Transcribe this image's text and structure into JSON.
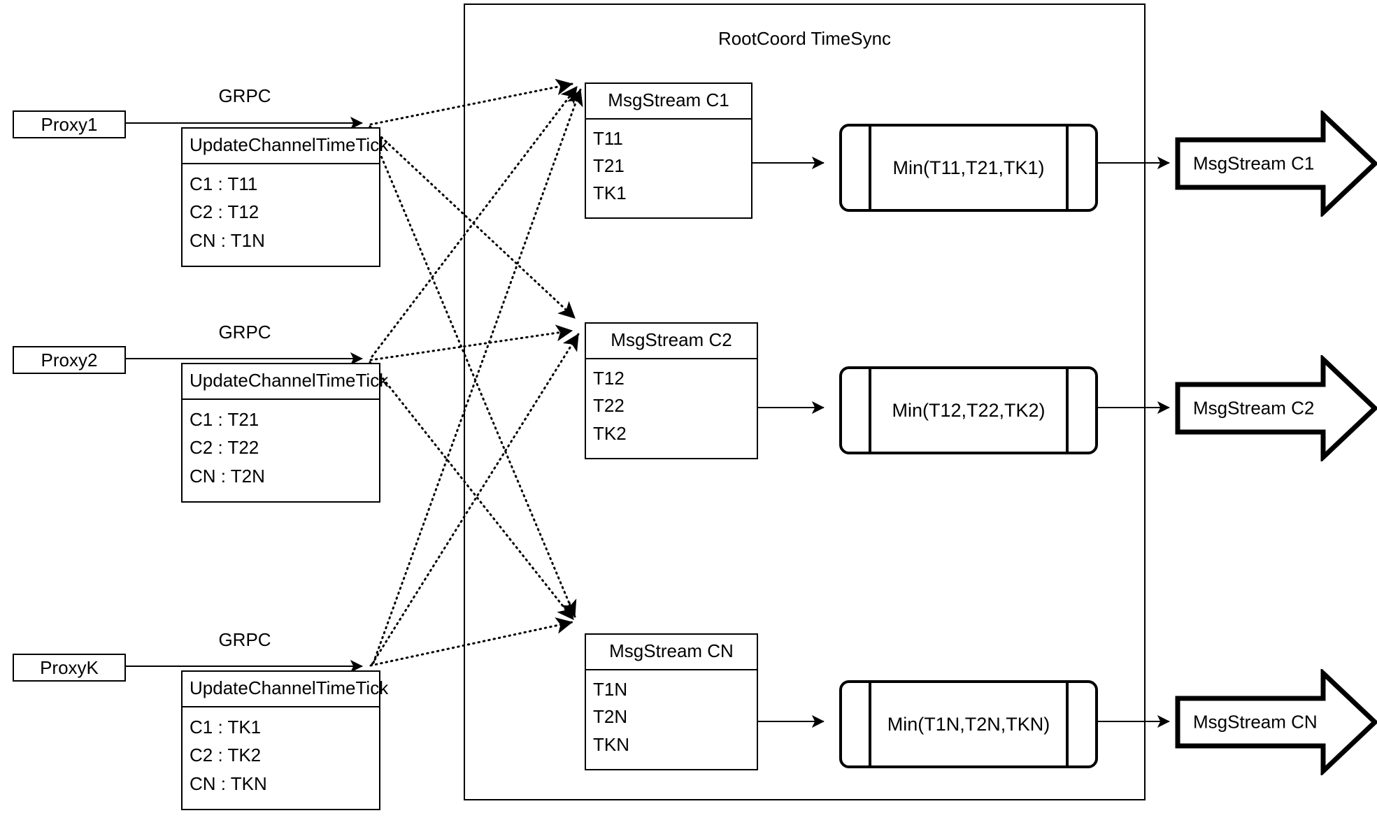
{
  "diagram": {
    "title": "RootCoord TimeSync",
    "container_label": "RootCoord TimeSync"
  },
  "proxies": [
    {
      "name": "Proxy1",
      "link_label": "GRPC",
      "rpc": {
        "header": "UpdateChannelTimeTick",
        "rows": [
          "C1 :  T11",
          "C2 :  T12",
          "CN : T1N"
        ]
      }
    },
    {
      "name": "Proxy2",
      "link_label": "GRPC",
      "rpc": {
        "header": "UpdateChannelTimeTick",
        "rows": [
          "C1 :  T21",
          "C2 :  T22",
          "CN : T2N"
        ]
      }
    },
    {
      "name": "ProxyK",
      "link_label": "GRPC",
      "rpc": {
        "header": "UpdateChannelTimeTick",
        "rows": [
          "C1 :  TK1",
          "C2 :  TK2",
          "CN : TKN"
        ]
      }
    }
  ],
  "channels": [
    {
      "stream": {
        "header": "MsgStream C1",
        "rows": [
          "T11",
          "T21",
          "TK1"
        ]
      },
      "min": "Min(T11,T21,TK1)",
      "output": "MsgStream C1"
    },
    {
      "stream": {
        "header": "MsgStream C2",
        "rows": [
          "T12",
          "T22",
          "TK2"
        ]
      },
      "min": "Min(T12,T22,TK2)",
      "output": "MsgStream C2"
    },
    {
      "stream": {
        "header": "MsgStream CN",
        "rows": [
          "T1N",
          "T2N",
          "TKN"
        ]
      },
      "min": "Min(T1N,T2N,TKN)",
      "output": "MsgStream CN"
    }
  ],
  "colors": {
    "stroke": "#000000",
    "background": "#ffffff"
  }
}
